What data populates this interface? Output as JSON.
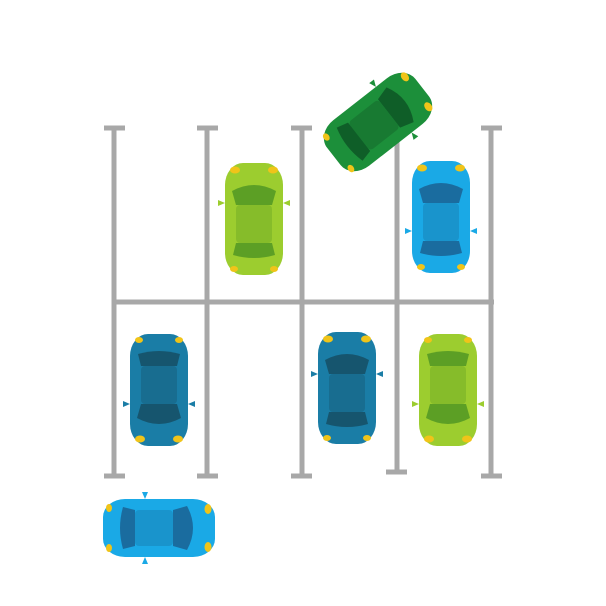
{
  "scene": "parking-lot-top-down",
  "colors": {
    "background": "#ffffff",
    "line": "#a8a8a8",
    "light_blue": "#1aa9e6",
    "light_blue_dark": "#1a6c9f",
    "lime": "#9ccd2f",
    "lime_dark": "#5c9f25",
    "green": "#1c8f3a",
    "green_dark": "#0f5e28",
    "teal": "#1a7da6",
    "teal_dark": "#16556e",
    "headlight": "#f0c419",
    "taillight": "#f0c419"
  },
  "lot": {
    "rows": 2,
    "spaces_per_row": 4
  },
  "cars": [
    {
      "id": "green-car-entering",
      "color": "green",
      "state": "entering-space"
    },
    {
      "id": "lime-car-top",
      "color": "lime",
      "state": "parked"
    },
    {
      "id": "blue-car-top-right",
      "color": "light_blue",
      "state": "parked"
    },
    {
      "id": "teal-car-bottom-left",
      "color": "teal",
      "state": "parked"
    },
    {
      "id": "teal-car-bottom-mid",
      "color": "teal",
      "state": "parked"
    },
    {
      "id": "lime-car-bottom-right",
      "color": "lime",
      "state": "parked"
    },
    {
      "id": "blue-car-driving",
      "color": "light_blue",
      "state": "driving"
    }
  ]
}
